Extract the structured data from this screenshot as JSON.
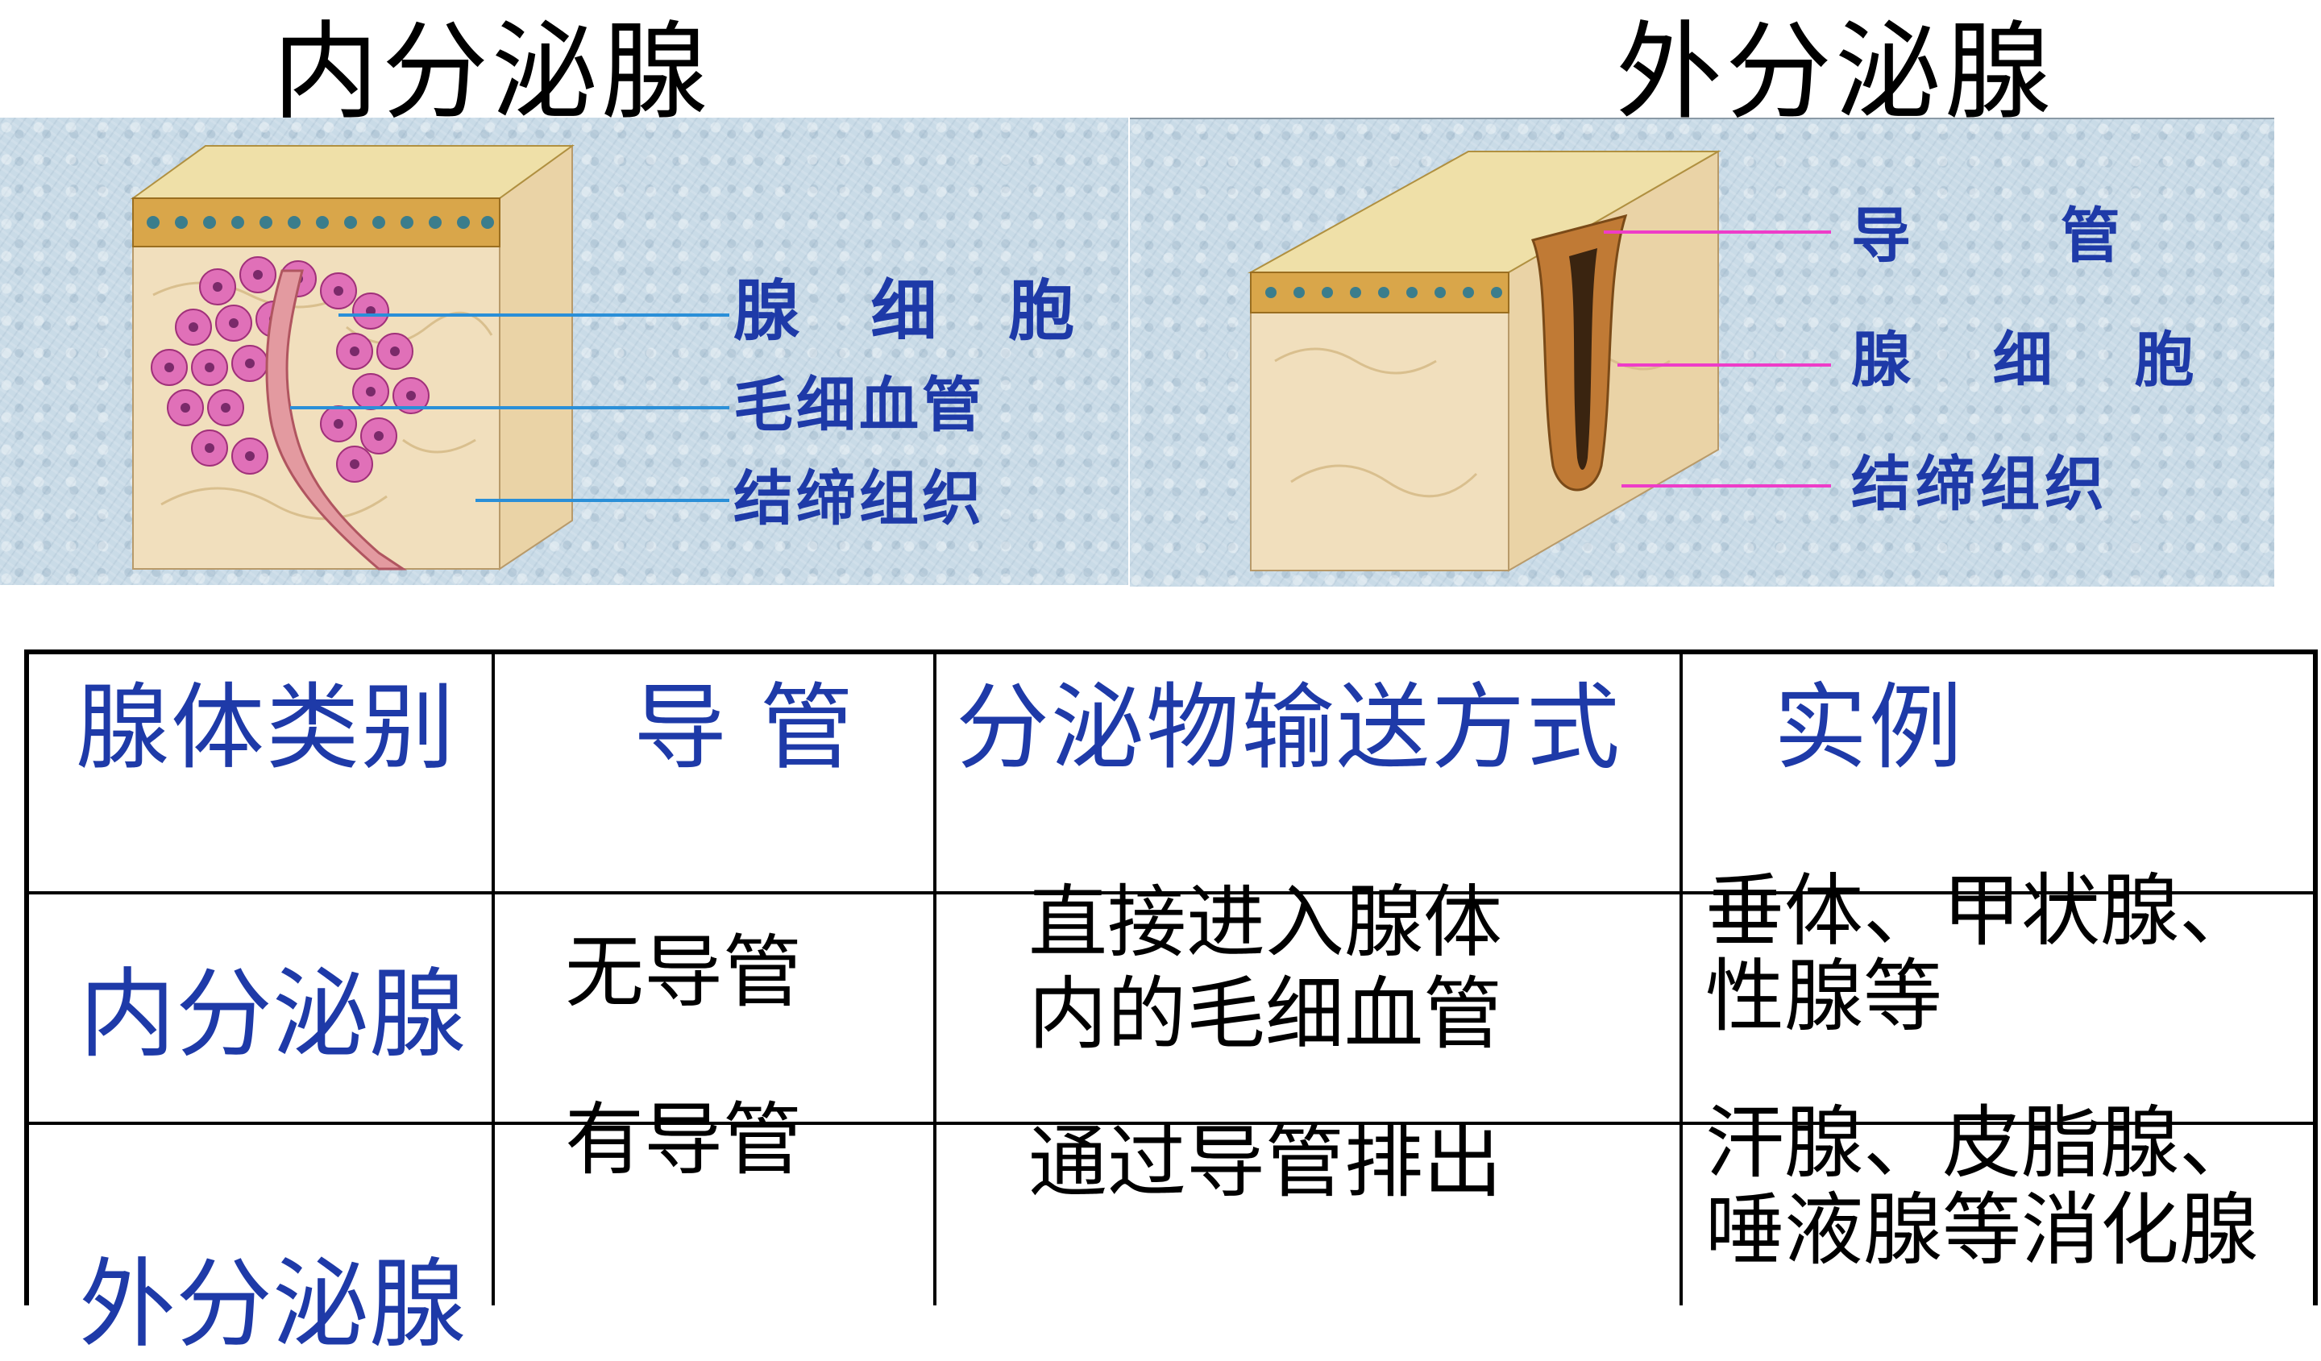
{
  "titles": {
    "left": "内分泌腺",
    "right": "外分泌腺"
  },
  "left_diagram": {
    "labels": [
      "腺 细 胞",
      "毛细血管",
      "结缔组织"
    ],
    "line_color": "#2a8fd8"
  },
  "right_diagram": {
    "labels": [
      "导 管",
      "腺 细 胞",
      "结缔组织"
    ],
    "line_color": "#ee3cc8"
  },
  "table": {
    "headers": [
      "腺体类别",
      "导 管",
      "分泌物输送方式",
      "实例"
    ],
    "rows": [
      {
        "category": "内分泌腺",
        "duct": "无导管",
        "transport": [
          "直接进入腺体",
          "内的毛细血管"
        ],
        "examples": [
          "垂体、甲状腺、",
          "性腺等"
        ]
      },
      {
        "category": "外分泌腺",
        "duct": "有导管",
        "transport": [
          "通过导管排出"
        ],
        "examples": [
          "汗腺、皮脂腺、",
          "唾液腺等消化腺"
        ]
      }
    ]
  },
  "colors": {
    "label_blue": "#1e3aa8",
    "panel_bg": "#c9dbe7"
  }
}
